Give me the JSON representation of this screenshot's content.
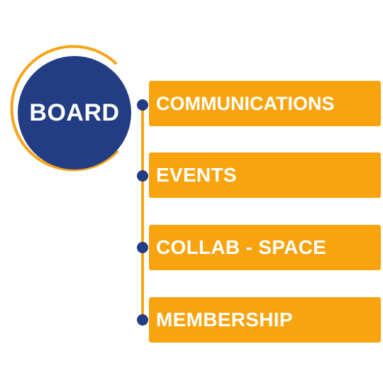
{
  "colors": {
    "navy": "#233d85",
    "orange": "#f9a40f",
    "text": "#ffffff"
  },
  "board": {
    "label": "BOARD"
  },
  "items": [
    {
      "label": "COMMUNICATIONS"
    },
    {
      "label": "EVENTS"
    },
    {
      "label": "COLLAB - SPACE"
    },
    {
      "label": "MEMBERSHIP"
    }
  ]
}
